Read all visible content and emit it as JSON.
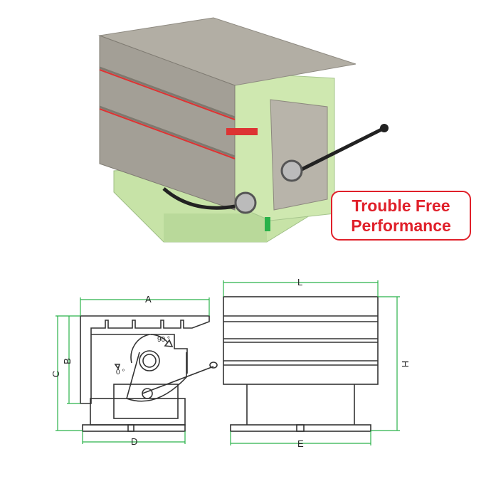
{
  "badge": {
    "line1": "Trouble Free",
    "line2": "Performance"
  },
  "drawing": {
    "dimensions": {
      "A": "A",
      "B": "B",
      "C": "C",
      "D": "D",
      "L": "L",
      "E": "E",
      "H": "H"
    },
    "angles": {
      "start": "0 °",
      "end": "90 °"
    }
  },
  "colors": {
    "accent": "#e0202a",
    "dimension_line": "#2ab24a",
    "machine_green": "#cfe8b0",
    "table_gray": "#a8a49a"
  }
}
